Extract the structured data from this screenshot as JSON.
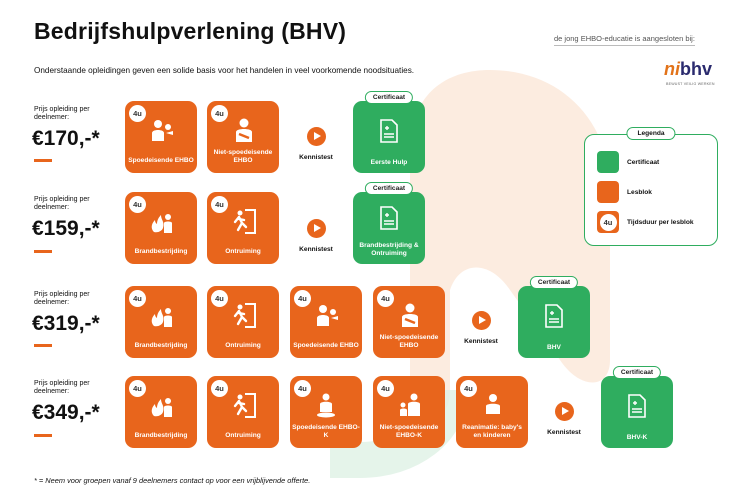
{
  "header": {
    "title": "Bedrijfshulpverlening (BHV)",
    "partner_text": "de jong EHBO-educatie is aangesloten bij:",
    "subtitle": "Onderstaande opleidingen geven een solide basis voor het handelen in veel voorkomende noodsituaties.",
    "logo": {
      "ni": "ni",
      "bhv": "bhv",
      "tagline": "BEWUST VEILIG WERKEN"
    }
  },
  "colors": {
    "orange": "#e8651c",
    "green": "#2fad5f"
  },
  "common": {
    "price_label": "Prijs opleiding per deelnemer:",
    "badge": "4u",
    "kennistest": "Kennistest",
    "certificaat": "Certificaat"
  },
  "rows": [
    {
      "price": "€170,-*",
      "blocks": [
        {
          "label": "Spoedeisende EHBO",
          "icon": "first-aid-person-icon"
        },
        {
          "label": "Niet-spoedeisende EHBO",
          "icon": "bandaged-arm-icon"
        }
      ],
      "certificate": "Eerste Hulp"
    },
    {
      "price": "€159,-*",
      "blocks": [
        {
          "label": "Brandbestrijding",
          "icon": "fire-extinguisher-icon"
        },
        {
          "label": "Ontruiming",
          "icon": "emergency-exit-icon"
        }
      ],
      "certificate": "Brandbestrijding & Ontruiming"
    },
    {
      "price": "€319,-*",
      "blocks": [
        {
          "label": "Brandbestrijding",
          "icon": "fire-extinguisher-icon"
        },
        {
          "label": "Ontruiming",
          "icon": "emergency-exit-icon"
        },
        {
          "label": "Spoedeisende EHBO",
          "icon": "first-aid-person-icon"
        },
        {
          "label": "Niet-spoedeisende EHBO",
          "icon": "bandaged-arm-icon"
        }
      ],
      "certificate": "BHV"
    },
    {
      "price": "€349,-*",
      "blocks": [
        {
          "label": "Brandbestrijding",
          "icon": "fire-extinguisher-icon"
        },
        {
          "label": "Ontruiming",
          "icon": "emergency-exit-icon"
        },
        {
          "label": "Spoedeisende EHBO-K",
          "icon": "child-first-aid-icon"
        },
        {
          "label": "Niet-spoedeisende EHBO-K",
          "icon": "child-bandage-icon"
        },
        {
          "label": "Reanimatie: baby's en kinderen",
          "icon": "baby-resuscitation-icon"
        }
      ],
      "certificate": "BHV-K"
    }
  ],
  "legend": {
    "title": "Legenda",
    "items": [
      {
        "label": "Certificaat"
      },
      {
        "label": "Lesblok"
      },
      {
        "label": "Tijdsduur per lesblok"
      }
    ]
  },
  "footnote": "* = Neem voor groepen vanaf 9 deelnemers contact op voor een vrijblijvende offerte."
}
